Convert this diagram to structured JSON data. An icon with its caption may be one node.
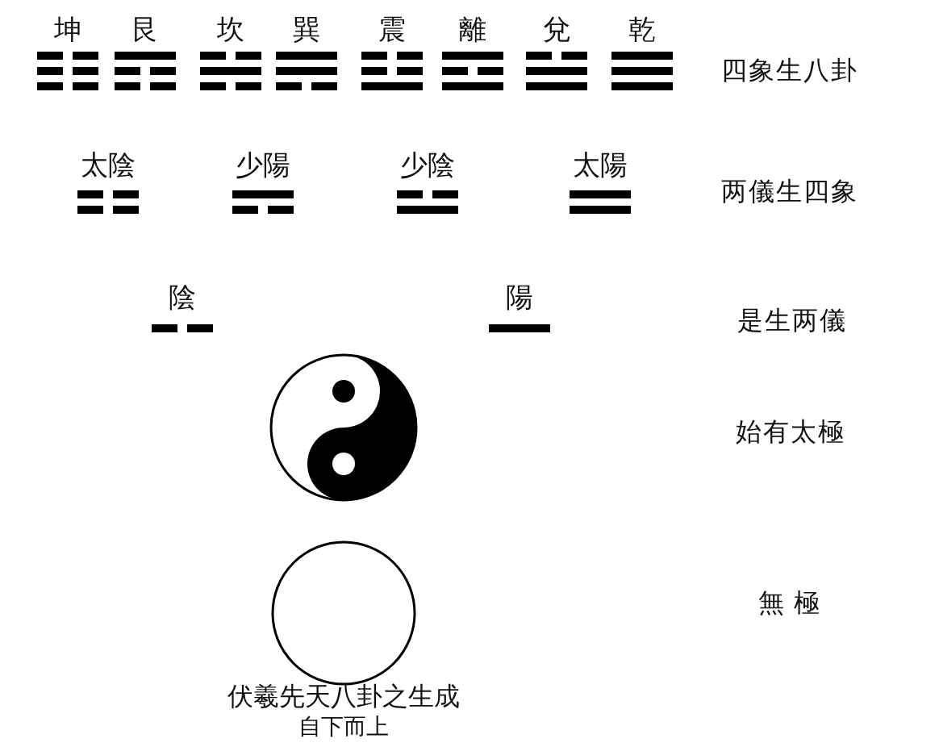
{
  "diagram": {
    "caption": "伏羲先天八卦之生成",
    "labels": [
      "坤",
      "艮",
      "坎",
      "巽",
      "震",
      "離",
      "兌",
      "乾",
      "四象生八卦",
      "太陰",
      "少陽",
      "少陰",
      "太陽",
      "两儀生四象",
      "陰",
      "陽",
      "是生两儀",
      "始有太極",
      "無 極",
      "自下而上"
    ]
  }
}
